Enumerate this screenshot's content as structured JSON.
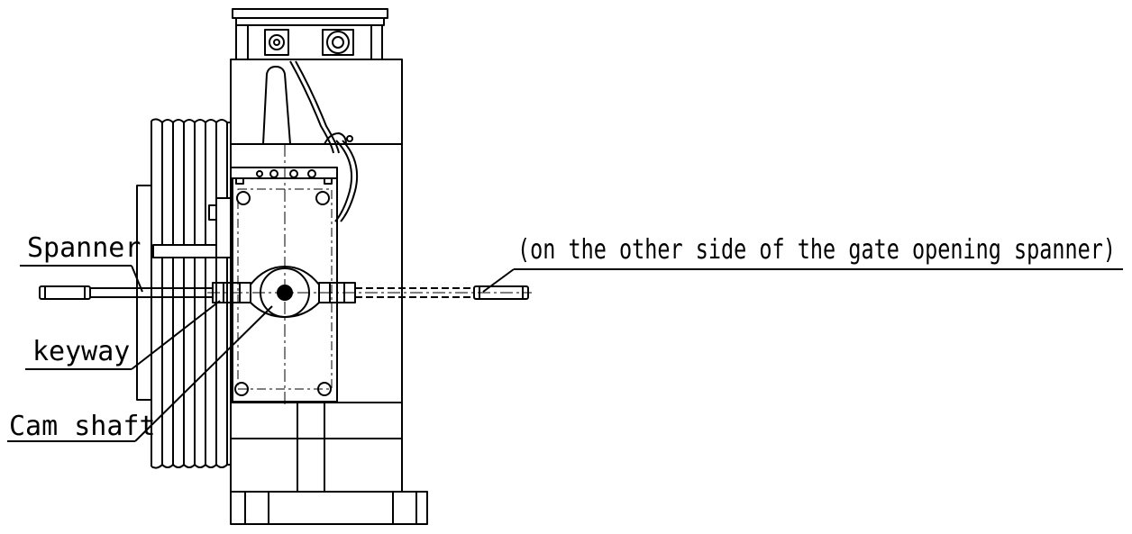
{
  "labels": {
    "spanner": "Spanner",
    "keyway": "keyway",
    "cam_shaft": "Cam shaft",
    "other_side": "(on the other side of the gate opening spanner)"
  },
  "colors": {
    "line": "#000000",
    "background": "#ffffff"
  }
}
